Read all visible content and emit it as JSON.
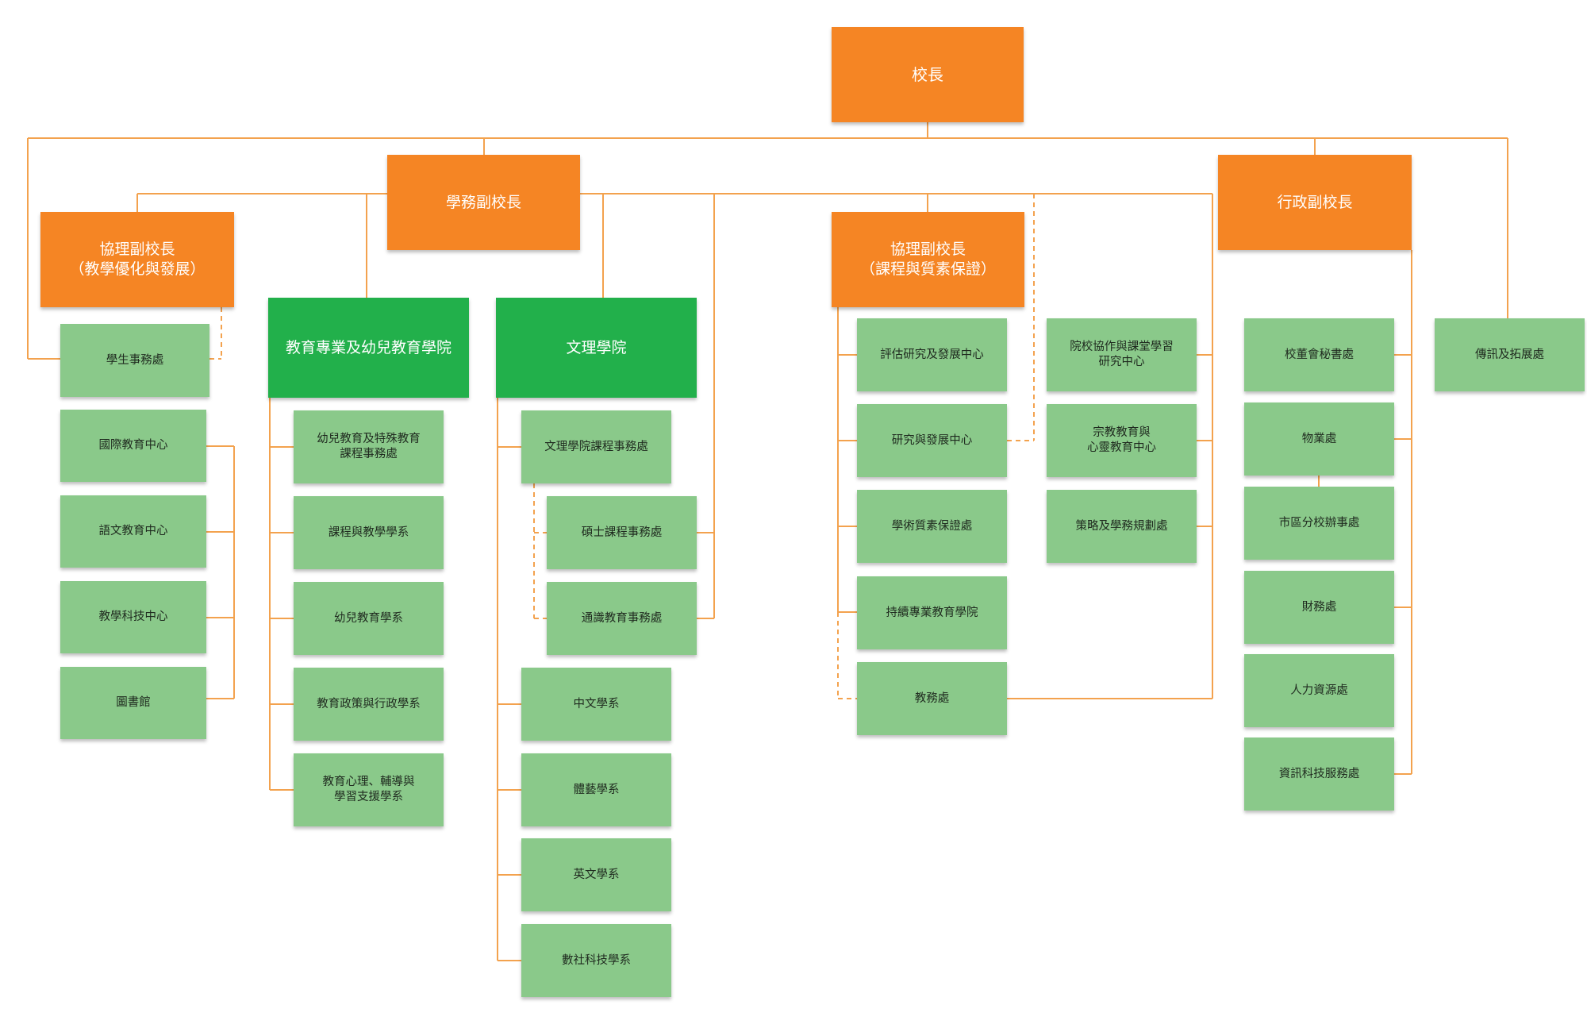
{
  "org": {
    "president": "校長",
    "vp_academic": "學務副校長",
    "vp_admin": "行政副校長",
    "avp_teaching": "協理副校長\n（教學優化與發展）",
    "avp_curriculum": "協理副校長\n（課程與質素保證）",
    "school_education": "教育專業及幼兒教育學院",
    "school_arts": "文理學院",
    "teaching_units": [
      "學生事務處",
      "國際教育中心",
      "語文教育中心",
      "教學科技中心",
      "圖書館"
    ],
    "edu_units": [
      "幼兒教育及特殊教育\n課程事務處",
      "課程與教學學系",
      "幼兒教育學系",
      "教育政策與行政學系",
      "教育心理、輔導與\n學習支援學系"
    ],
    "arts_units": [
      "文理學院課程事務處",
      "碩士課程事務處",
      "通識教育事務處",
      "中文學系",
      "體藝學系",
      "英文學系",
      "數社科技學系"
    ],
    "curriculum_units": [
      "評估研究及發展中心",
      "研究與發展中心",
      "學術質素保證處",
      "持續專業教育學院",
      "教務處"
    ],
    "academic_centres": [
      "院校協作與課堂學習\n研究中心",
      "宗教教育與\n心靈教育中心",
      "策略及學務規劃處"
    ],
    "admin_units": [
      "校董會秘書處",
      "物業處",
      "市區分校辦事處",
      "財務處",
      "人力資源處",
      "資訊科技服務處"
    ],
    "comms": "傳訊及拓展處"
  },
  "colors": {
    "leadership": "#f58524",
    "school": "#22b04b",
    "unit": "#8ac98a",
    "connector": "#f3a24e"
  }
}
